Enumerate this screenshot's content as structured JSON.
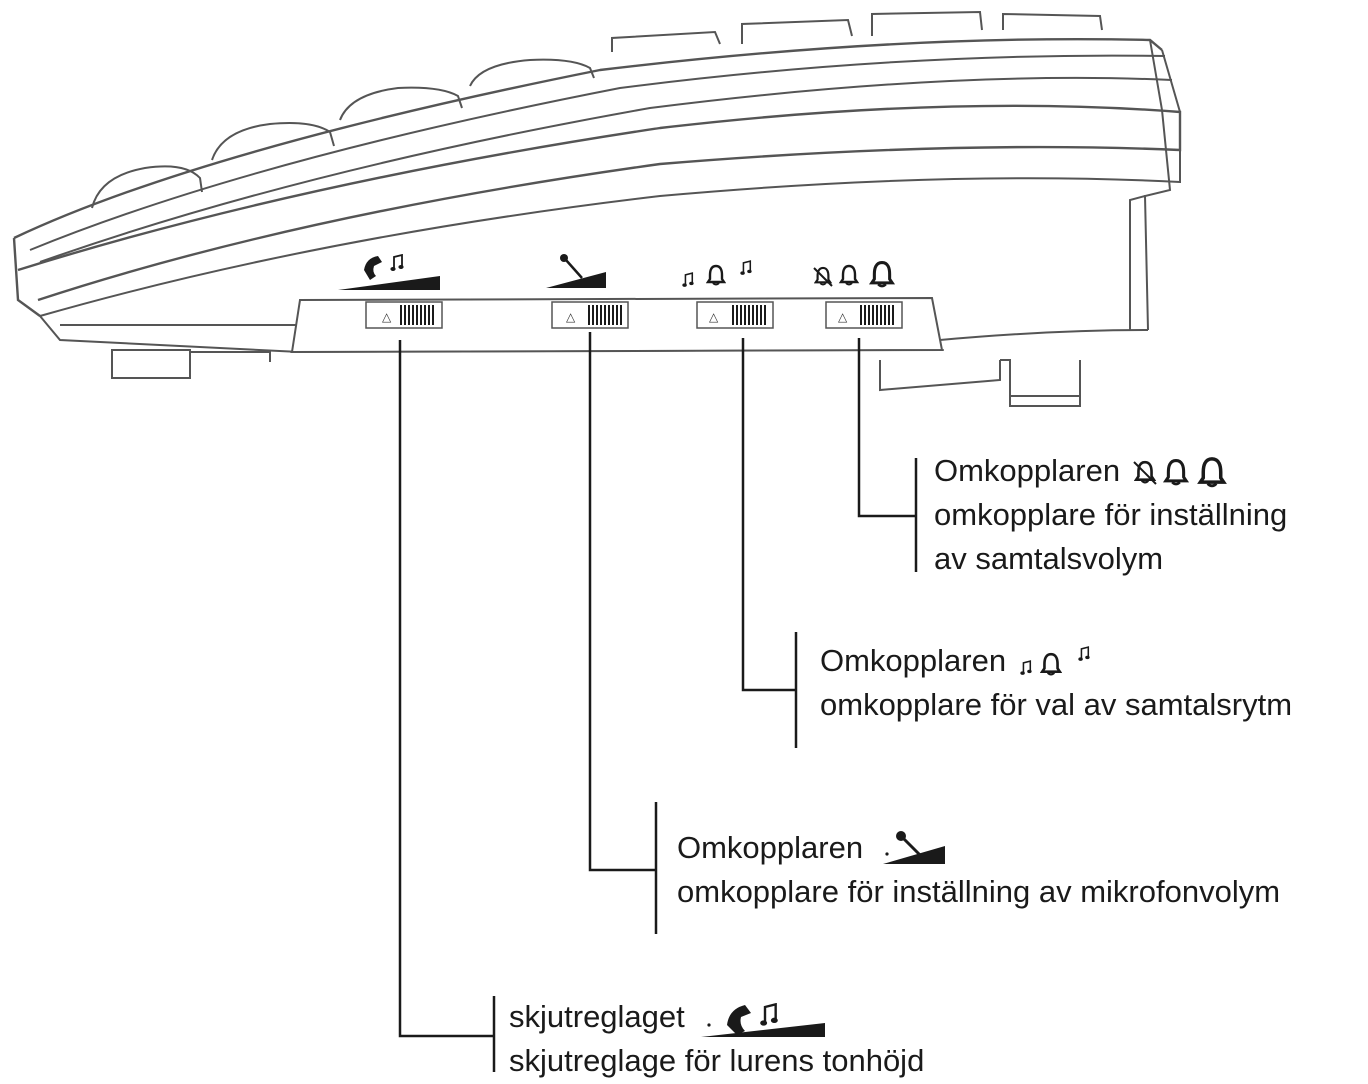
{
  "callouts": {
    "ring_volume": {
      "title": "Omkopplaren",
      "line2": "omkopplare för inställning",
      "line3": "av samtalsvolym"
    },
    "ring_rhythm": {
      "title": "Omkopplaren",
      "line2": "omkopplare för val av samtalsrytm"
    },
    "mic_volume": {
      "title": "Omkopplaren",
      "line2": "omkopplare för inställning av mikrofonvolym"
    },
    "receiver_tone": {
      "title": "skjutreglaget",
      "line2": "skjutreglage för lurens tonhöjd"
    }
  },
  "icons": {
    "switch_1": "receiver-tone-wedge-icon",
    "switch_2": "microphone-wedge-icon",
    "switch_3": "ring-rhythm-bell-icon",
    "switch_4": "ring-volume-bells-icon"
  },
  "colors": {
    "line": "#1a1a1a",
    "outline": "#555555"
  }
}
